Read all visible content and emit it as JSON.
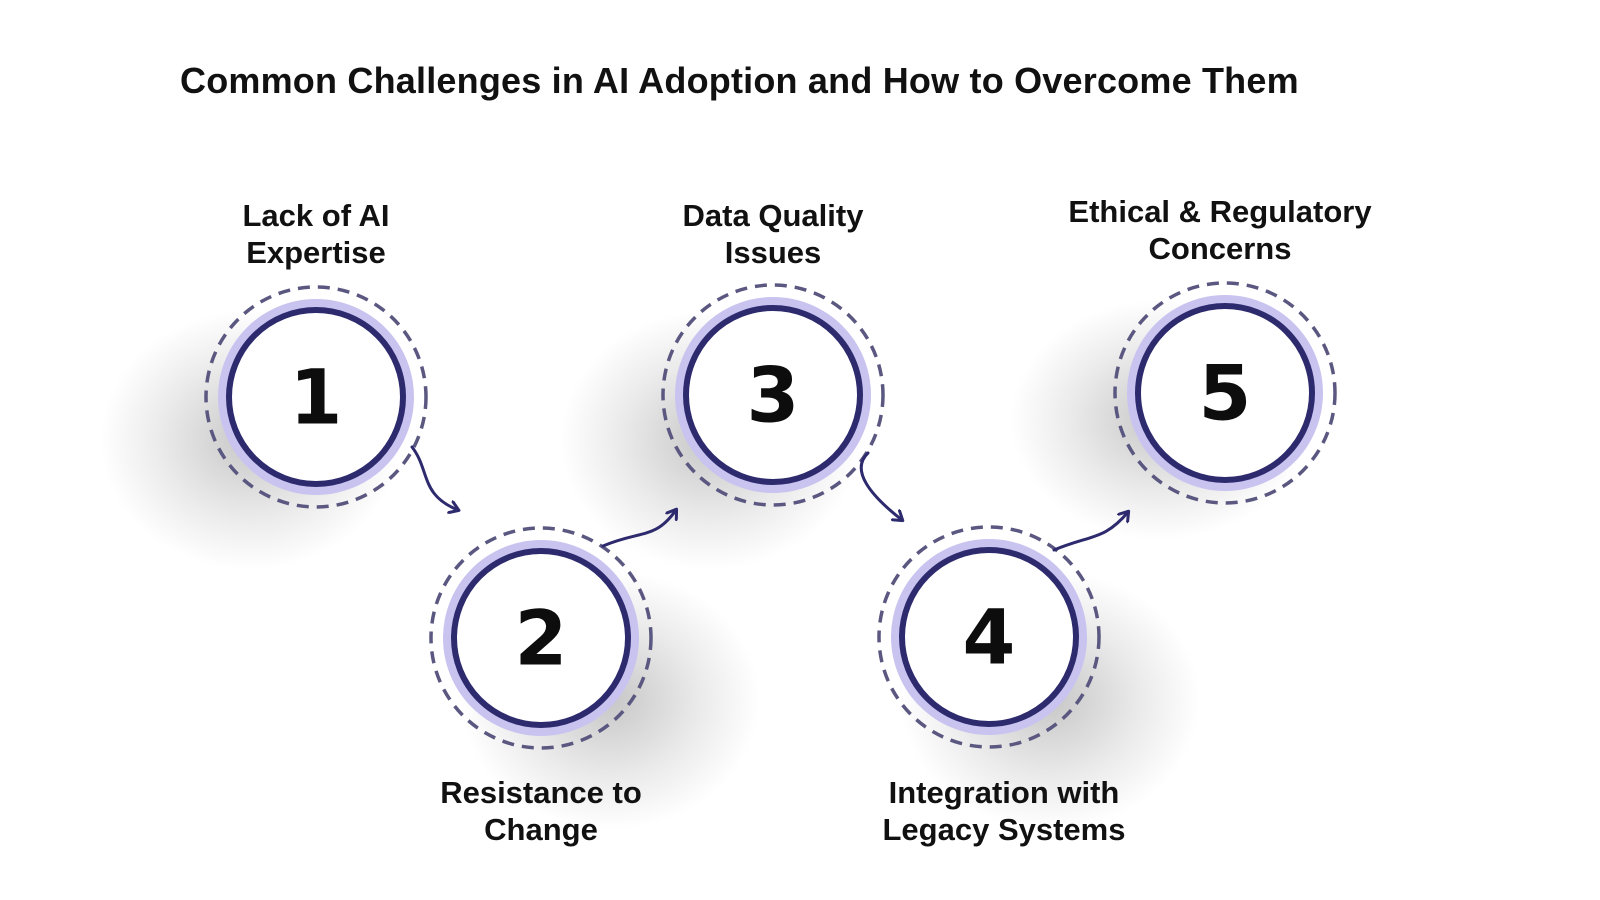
{
  "title": "Common Challenges in AI Adoption and How to Overcome Them",
  "steps": [
    {
      "number": "1",
      "label_line1": "Lack of AI",
      "label_line2": "Expertise"
    },
    {
      "number": "2",
      "label_line1": "Resistance to",
      "label_line2": "Change"
    },
    {
      "number": "3",
      "label_line1": "Data Quality",
      "label_line2": "Issues"
    },
    {
      "number": "4",
      "label_line1": "Integration with",
      "label_line2": "Legacy Systems"
    },
    {
      "number": "5",
      "label_line1": "Ethical & Regulatory",
      "label_line2": "Concerns"
    }
  ],
  "colors": {
    "ring_dark": "#2d2a6e",
    "ring_light": "#c9c3f0",
    "dashed": "#5a5880",
    "arrow": "#2d2a6e",
    "number": "#0d0d0d"
  }
}
